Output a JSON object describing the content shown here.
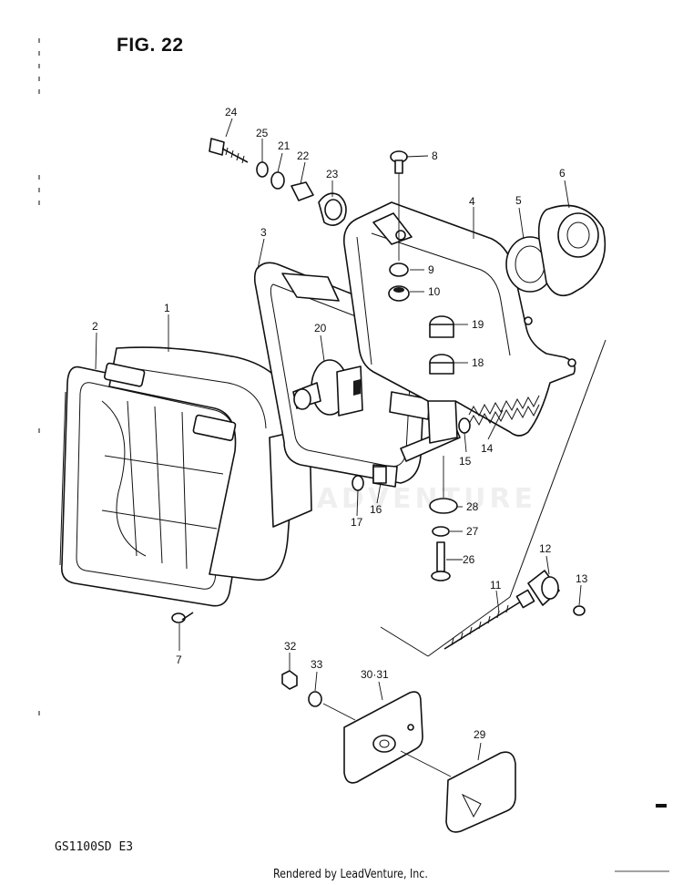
{
  "figure": {
    "title": "FIG. 22",
    "model": "GS1100SD  E3",
    "footer": "Rendered by LeadVenture, Inc.",
    "watermark": "LEADVENTURE"
  },
  "callouts": [
    {
      "id": "p1",
      "label": "1"
    },
    {
      "id": "p2",
      "label": "2"
    },
    {
      "id": "p3",
      "label": "3"
    },
    {
      "id": "p4",
      "label": "4"
    },
    {
      "id": "p5",
      "label": "5"
    },
    {
      "id": "p6",
      "label": "6"
    },
    {
      "id": "p7",
      "label": "7"
    },
    {
      "id": "p8",
      "label": "8"
    },
    {
      "id": "p9",
      "label": "9"
    },
    {
      "id": "p10",
      "label": "10"
    },
    {
      "id": "p11",
      "label": "11"
    },
    {
      "id": "p12",
      "label": "12"
    },
    {
      "id": "p13",
      "label": "13"
    },
    {
      "id": "p14",
      "label": "14"
    },
    {
      "id": "p15",
      "label": "15"
    },
    {
      "id": "p16",
      "label": "16"
    },
    {
      "id": "p17",
      "label": "17"
    },
    {
      "id": "p18",
      "label": "18"
    },
    {
      "id": "p19",
      "label": "19"
    },
    {
      "id": "p20",
      "label": "20"
    },
    {
      "id": "p21",
      "label": "21"
    },
    {
      "id": "p22",
      "label": "22"
    },
    {
      "id": "p23",
      "label": "23"
    },
    {
      "id": "p24",
      "label": "24"
    },
    {
      "id": "p25",
      "label": "25"
    },
    {
      "id": "p26",
      "label": "26"
    },
    {
      "id": "p27",
      "label": "27"
    },
    {
      "id": "p28",
      "label": "28"
    },
    {
      "id": "p29",
      "label": "29"
    },
    {
      "id": "p30_31",
      "label": "30·31"
    },
    {
      "id": "p32",
      "label": "32"
    },
    {
      "id": "p33",
      "label": "33"
    }
  ]
}
